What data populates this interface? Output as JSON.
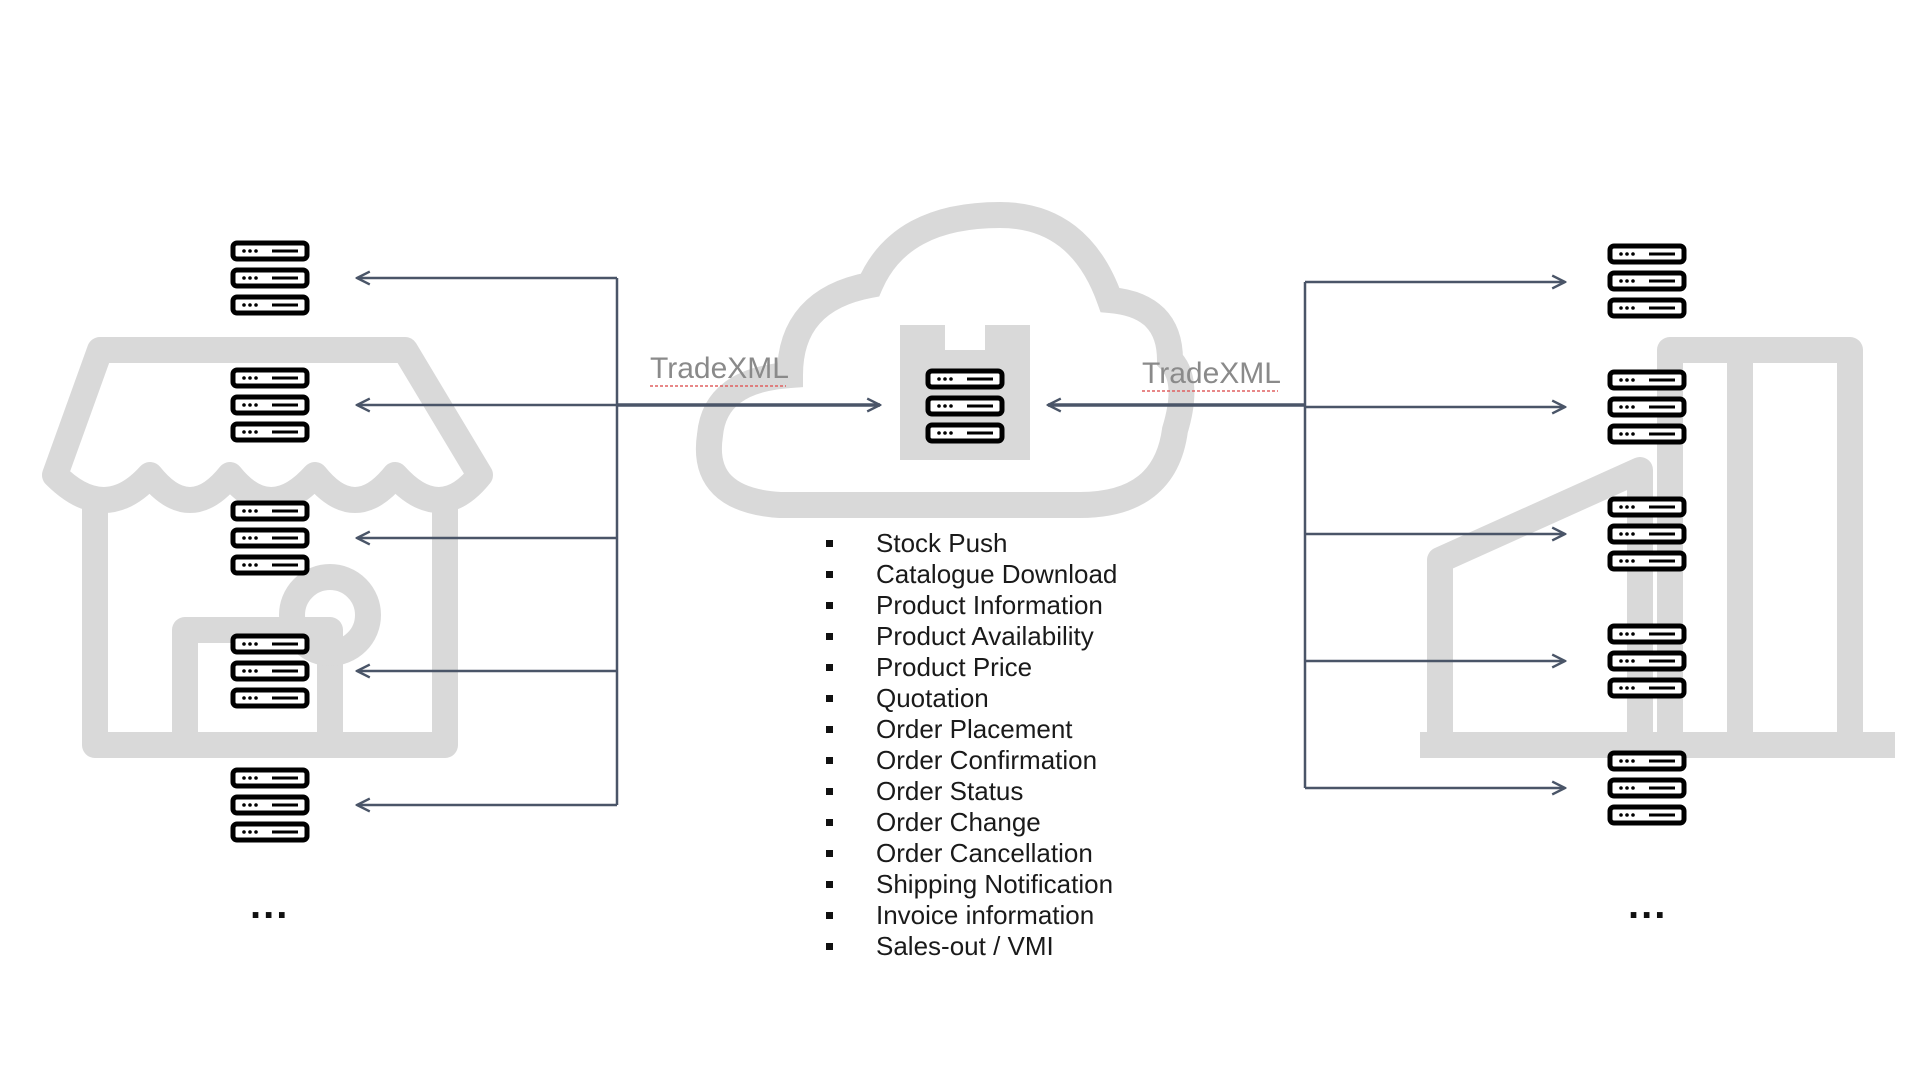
{
  "diagram": {
    "connector_label_left": "TradeXML",
    "connector_label_right": "TradeXML",
    "features": [
      "Stock Push",
      "Catalogue Download",
      "Product Information",
      "Product Availability",
      "Product Price",
      "Quotation",
      "Order Placement",
      "Order Confirmation",
      "Order Status",
      "Order Change",
      "Order Cancellation",
      "Shipping Notification",
      "Invoice information",
      "Sales-out / VMI"
    ],
    "more_left": "...",
    "more_right": "...",
    "icons": {
      "left_background": "store-icon",
      "center_background": "cloud-icon",
      "right_background": "factory-icon",
      "server": "server-icon"
    },
    "colors": {
      "connector": "#4a5568",
      "watermark": "#d9d9d9",
      "server_stroke": "#000000"
    }
  }
}
